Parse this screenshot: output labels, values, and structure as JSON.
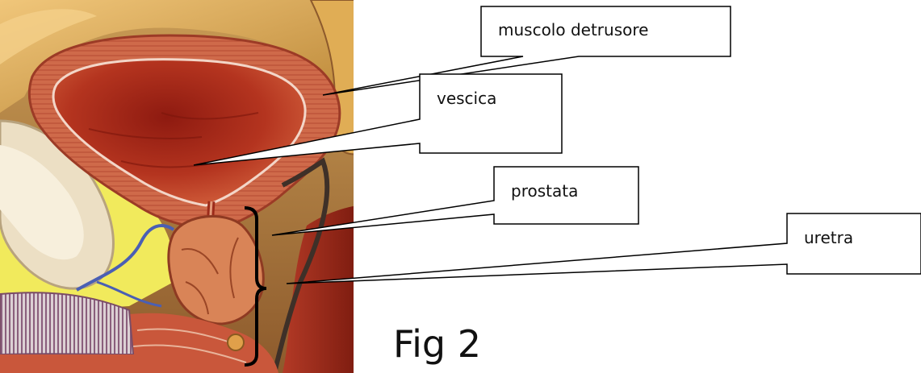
{
  "labels": {
    "detrusor": "muscolo detrusore",
    "bladder": "vescica",
    "prostate": "prostata",
    "urethra": "uretra"
  },
  "caption": "Fig 2",
  "colors": {
    "muscle": "#c8553a",
    "bladder_lumen": "#a9261a",
    "fat": "#f2ec5a",
    "bone": "#e9dcc2",
    "intestine": "#d9a860",
    "callout_line": "#000000"
  }
}
